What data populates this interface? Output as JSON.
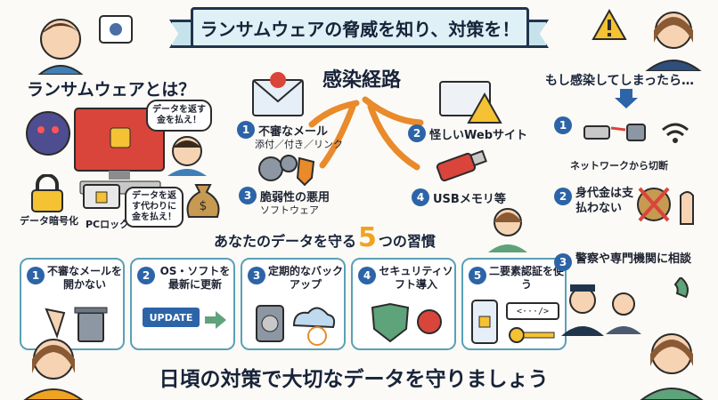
{
  "title": "ランサムウェアの脅威を知り、対策を！",
  "left": {
    "heading": "ランサムウェアとは？",
    "speech_bubble_1": "データを返す金を払え！",
    "speech_bubble_2": "データを返す代わりに金を払え！",
    "label_encrypt": "データ暗号化",
    "label_lock": "PCロック"
  },
  "routes": {
    "heading": "感染経路",
    "items": [
      {
        "num": "1",
        "label": "不審なメール",
        "sub": "添付／付き／リンク"
      },
      {
        "num": "2",
        "label": "怪しいWebサイト",
        "sub": ""
      },
      {
        "num": "3",
        "label": "脆弱性の悪用",
        "sub": "ソフトウェア"
      },
      {
        "num": "4",
        "label": "USBメモリ等",
        "sub": ""
      }
    ]
  },
  "infected": {
    "heading": "もし感染してしまったら…",
    "items": [
      {
        "num": "1",
        "label": "ネットワークから切断"
      },
      {
        "num": "2",
        "label": "身代金は支払わない"
      },
      {
        "num": "3",
        "label": "警察や専門機関に相談"
      }
    ]
  },
  "habits": {
    "heading_pre": "あなたのデータを守る",
    "heading_num": "5",
    "heading_post": "つの習慣",
    "items": [
      {
        "num": "1",
        "label": "不審なメールを開かない"
      },
      {
        "num": "2",
        "label": "OS・ソフトを最新に更新",
        "button": "UPDATE"
      },
      {
        "num": "3",
        "label": "定期的なバックアップ"
      },
      {
        "num": "4",
        "label": "セキュリティソフト導入"
      },
      {
        "num": "5",
        "label": "二要素認証を使う",
        "code": "<···/>"
      }
    ]
  },
  "footer": "日頃の対策で大切なデータを守りましょう",
  "colors": {
    "accent": "#2c64a7",
    "orange": "#e98a2b",
    "ribbon": "#dff1f6"
  }
}
